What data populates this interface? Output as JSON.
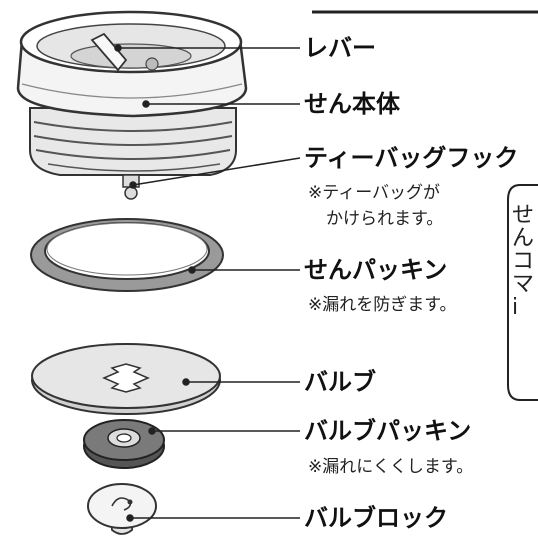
{
  "parts": {
    "lever": {
      "label": "レバー"
    },
    "stopper": {
      "label": "せん本体"
    },
    "hook": {
      "label": "ティーバッグフック",
      "note": [
        "※ティーバッグが",
        "かけられます。"
      ]
    },
    "gasket": {
      "label": "せんパッキン",
      "note": "※漏れを防ぎます。"
    },
    "valve": {
      "label": "バルブ"
    },
    "valve_gasket": {
      "label": "バルブパッキン",
      "note": "※漏れにくくします。"
    },
    "valve_block": {
      "label": "バルブロック"
    }
  },
  "side_callout": {
    "lines": [
      "せ",
      "ん",
      "コ",
      "マ",
      "i"
    ]
  }
}
